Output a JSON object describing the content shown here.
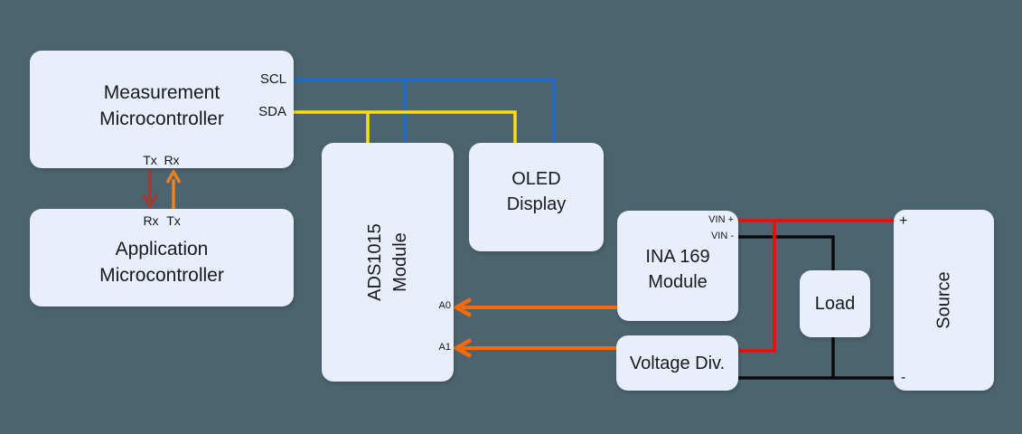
{
  "colors": {
    "background": "#4c646f",
    "box_fill": "#e9eefb",
    "scl_wire": "#2068cc",
    "sda_wire": "#ffdf08",
    "positive_wire": "#fb0606",
    "ground_wire": "#0a0a0a",
    "analog_wire": "#f56a0d",
    "tx_wire": "#a33b32",
    "rx_wire": "#ee8122"
  },
  "boxes": {
    "measurement_mcu": {
      "label": "Measurement\nMicrocontroller"
    },
    "application_mcu": {
      "label": "Application\nMicrocontroller"
    },
    "ads1015": {
      "label": "ADS1015\nModule"
    },
    "oled": {
      "label": "OLED\nDisplay"
    },
    "ina169": {
      "label": "INA 169\nModule"
    },
    "voltage_divider": {
      "label": "Voltage Div."
    },
    "load": {
      "label": "Load"
    },
    "source": {
      "label": "Source"
    }
  },
  "ports": {
    "scl": "SCL",
    "sda": "SDA",
    "meas_tx": "Tx",
    "meas_rx": "Rx",
    "app_rx": "Rx",
    "app_tx": "Tx",
    "a0": "A0",
    "a1": "A1",
    "vin_plus": "VIN +",
    "vin_minus": "VIN -",
    "source_plus": "+",
    "source_minus": "-"
  }
}
